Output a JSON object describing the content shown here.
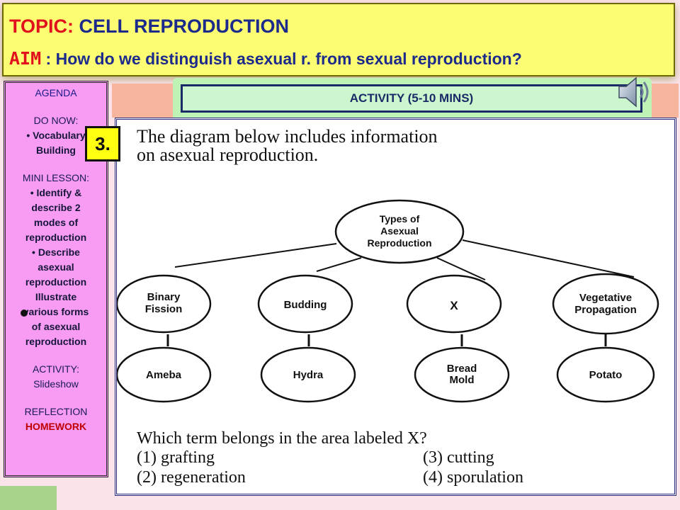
{
  "header": {
    "topic_label": "TOPIC",
    "topic_colon": ":",
    "topic_text": " CELL REPRODUCTION",
    "aim_label": "AIM",
    "aim_text": " : How do we  distinguish asexual r. from sexual reproduction?"
  },
  "agenda": {
    "title": "AGENDA",
    "do_now": "DO NOW:",
    "do_now_item_1": "• Vocabulary",
    "do_now_item_2": "Building",
    "mini_lesson": "MINI LESSON:",
    "mini_items": [
      "• Identify &",
      "describe 2",
      "modes of",
      "reproduction",
      "• Describe",
      "asexual",
      "reproduction",
      "Illustrate",
      "various forms",
      "of asexual",
      "reproduction"
    ],
    "activity": "ACTIVITY:",
    "activity_item": "Slideshow",
    "reflection": "REFLECTION",
    "homework": "HOMEWORK"
  },
  "activity_bar": {
    "label": "ACTIVITY (5-10 MINS)"
  },
  "badge": {
    "number": "3."
  },
  "icons": {
    "speaker": "speaker-icon"
  },
  "colors": {
    "header_bg": "#fdfd73",
    "topic_red": "#e0101c",
    "topic_blue": "#1c2a8c",
    "agenda_bg": "#f79cf2",
    "activity_bg": "#ccf7ce"
  },
  "diagram": {
    "intro_line_1": "The diagram below includes information",
    "intro_line_2": "on asexual reproduction.",
    "root_line_1": "Types of",
    "root_line_2": "Asexual",
    "root_line_3": "Reproduction",
    "types": [
      {
        "l1": "Binary",
        "l2": "Fission"
      },
      {
        "l1": "Budding",
        "l2": ""
      },
      {
        "l1": "X",
        "l2": ""
      },
      {
        "l1": "Vegetative",
        "l2": "Propagation"
      }
    ],
    "examples": [
      {
        "l1": "Ameba",
        "l2": ""
      },
      {
        "l1": "Hydra",
        "l2": ""
      },
      {
        "l1": "Bread",
        "l2": "Mold"
      },
      {
        "l1": "Potato",
        "l2": ""
      }
    ],
    "question": "Which term belongs in the area labeled X?",
    "choices": [
      "(1) grafting",
      "(3) cutting",
      "(2) regeneration",
      "(4) sporulation"
    ]
  }
}
